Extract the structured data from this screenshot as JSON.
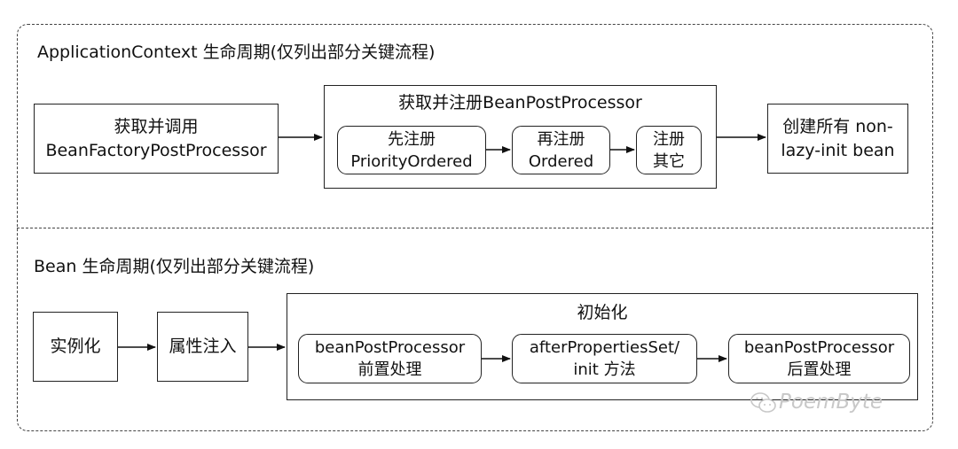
{
  "app_context": {
    "title": "ApplicationContext 生命周期(仅列出部分关键流程)",
    "step1": {
      "line1": "获取并调用",
      "line2": "BeanFactoryPostProcessor"
    },
    "register_group": {
      "title": "获取并注册BeanPostProcessor",
      "priority": {
        "line1": "先注册",
        "line2": "PriorityOrdered"
      },
      "ordered": {
        "line1": "再注册",
        "line2": "Ordered"
      },
      "others": {
        "line1": "注册",
        "line2": "其它"
      }
    },
    "step3": {
      "line1": "创建所有 non-",
      "line2": "lazy-init bean"
    }
  },
  "bean_lifecycle": {
    "title": "Bean 生命周期(仅列出部分关键流程)",
    "instantiate": "实例化",
    "populate": "属性注入",
    "init_group": {
      "title": "初始化",
      "before": {
        "line1": "beanPostProcessor",
        "line2": "前置处理"
      },
      "after_props": {
        "line1": "afterPropertiesSet/",
        "line2": "init 方法"
      },
      "after": {
        "line1": "beanPostProcessor",
        "line2": "后置处理"
      }
    }
  },
  "watermark": "PoemByte"
}
